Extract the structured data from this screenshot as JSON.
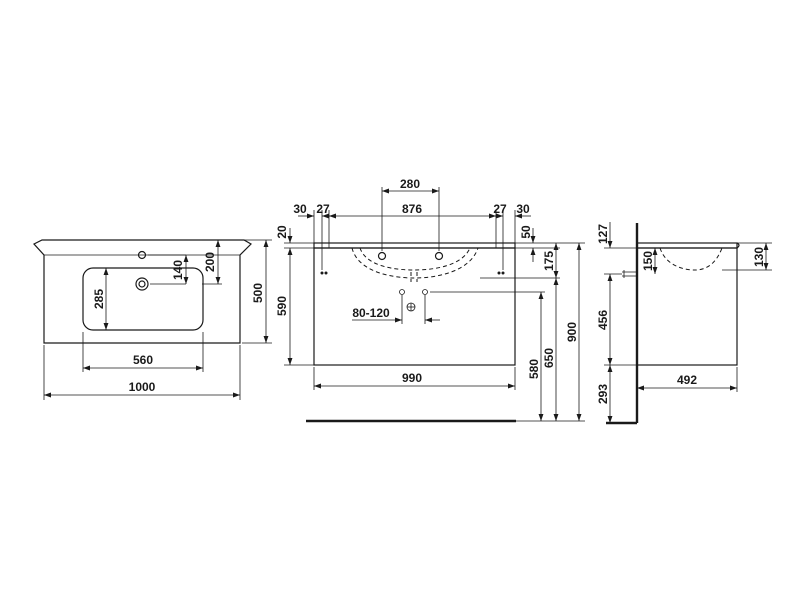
{
  "plan_view": {
    "dim_width": "1000",
    "dim_bowl_width": "560",
    "dim_depth": "500",
    "dim_bowl_depth": "285",
    "dim_tap_offset": "140",
    "dim_tap_depth": "200"
  },
  "front_view": {
    "dim_tap_spacing": "280",
    "dim_inner_width": "876",
    "dim_margin_left_outer": "30",
    "dim_margin_left_inner": "27",
    "dim_margin_right_inner": "27",
    "dim_margin_right_outer": "30",
    "dim_top_thickness": "20",
    "dim_cabinet_height": "590",
    "dim_waste_range": "80-120",
    "dim_cabinet_width": "990",
    "dim_rim_drop": "50",
    "dim_bowl_depth": "175",
    "dim_waste_height": "580",
    "dim_bottom_height": "650",
    "dim_total_height": "900"
  },
  "side_view": {
    "dim_top_offset": "127",
    "dim_bracket_offset": "150",
    "dim_bracket_height": "456",
    "dim_floor_clearance": "293",
    "dim_depth": "492",
    "dim_basin_depth": "130"
  }
}
